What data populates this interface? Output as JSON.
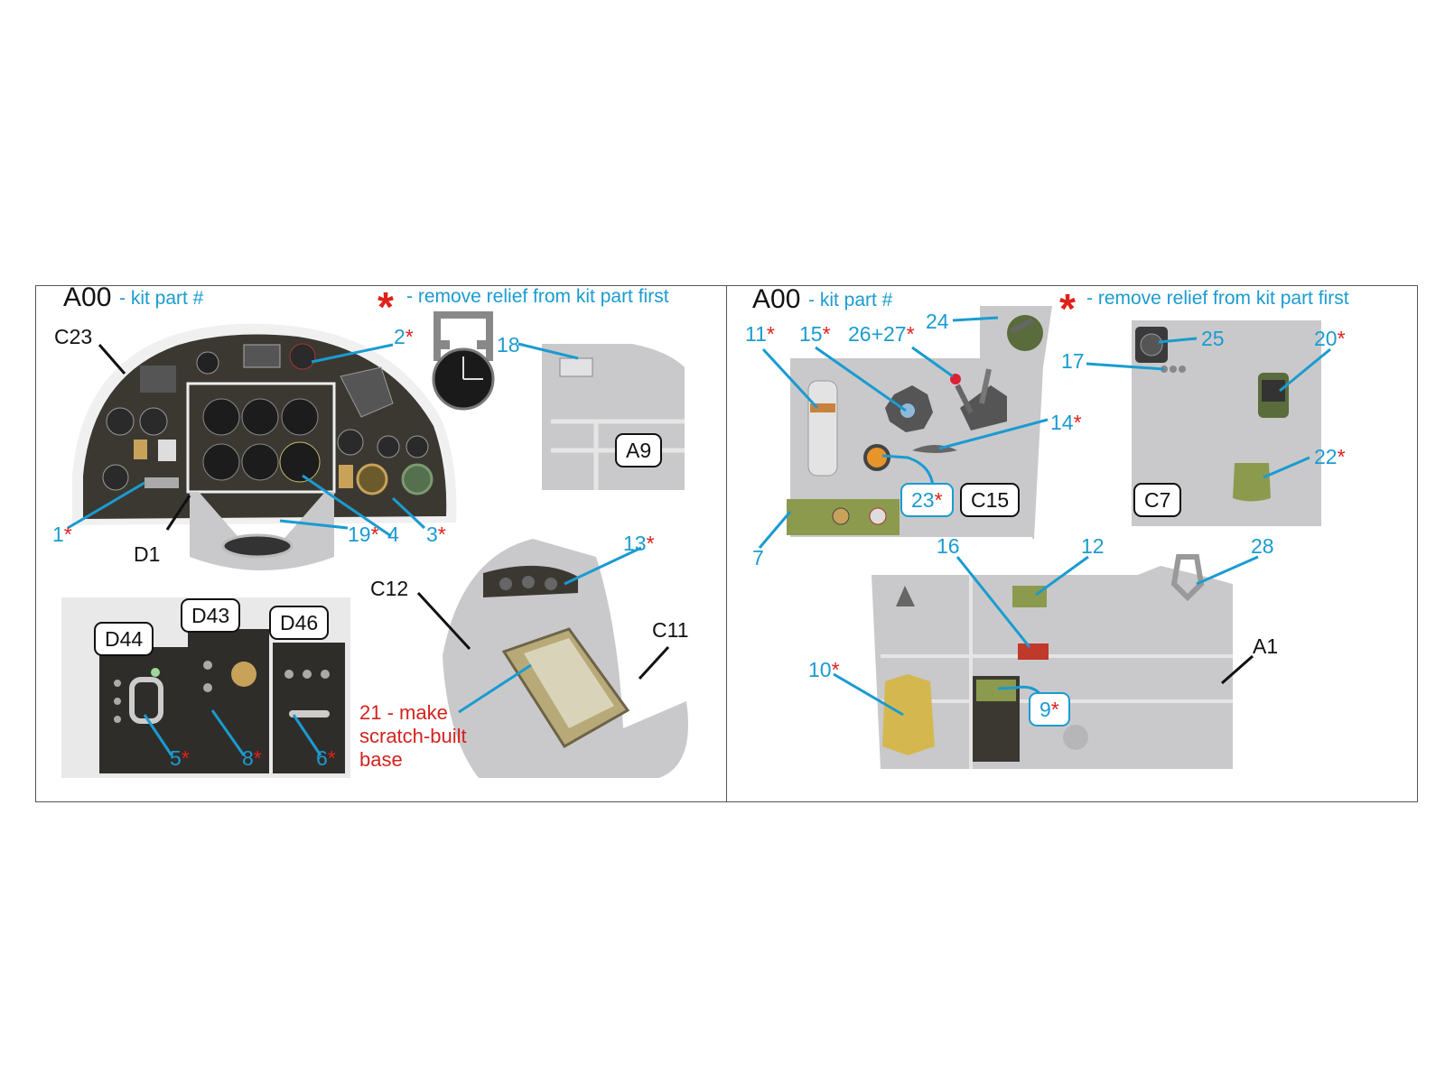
{
  "legend": {
    "code": "A00",
    "code_text": "- kit part #",
    "star": "*",
    "star_text": "- remove relief from kit part first"
  },
  "left_panel": {
    "labels": {
      "c23": "C23",
      "p2": "2",
      "p18": "18",
      "a9": "A9",
      "p1": "1",
      "d1": "D1",
      "p19": "19",
      "p4": "4",
      "p3": "3",
      "c12": "C12",
      "p13": "13",
      "c11": "C11",
      "d44": "D44",
      "d43": "D43",
      "d46": "D46",
      "p5": "5",
      "p8": "8",
      "p6": "6",
      "p21_line1": "21 - make",
      "p21_line2": "scratch-built",
      "p21_line3": "base"
    }
  },
  "right_panel": {
    "labels": {
      "p11": "11",
      "p15": "15",
      "p2627": "26+27",
      "p24": "24",
      "p25": "25",
      "p17": "17",
      "p20": "20",
      "p14": "14",
      "p23": "23",
      "c15": "C15",
      "p22": "22",
      "c7": "C7",
      "p7": "7",
      "p16": "16",
      "p12": "12",
      "p28": "28",
      "a1": "A1",
      "p10": "10",
      "p9": "9"
    }
  },
  "colors": {
    "callout_blue": "#1a9bd1",
    "star_red": "#e0201b",
    "part_grey": "#c9c9cb",
    "panel_dark": "#3b3832",
    "olive": "#8c9a4e"
  }
}
